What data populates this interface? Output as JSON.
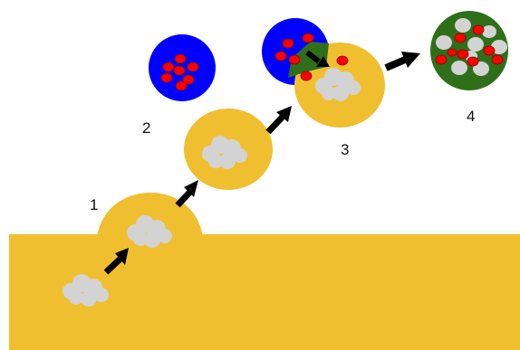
{
  "diagram": {
    "step_labels": [
      "1",
      "2",
      "3",
      "4"
    ],
    "colors": {
      "membrane": "#f0bf30",
      "cargo": "#d3d3d3",
      "compartment": "#0000ff",
      "particle": "#ff0000",
      "fused_compartment": "#2f6f1a",
      "arrow": "#000000",
      "background": "#ffffff"
    }
  }
}
